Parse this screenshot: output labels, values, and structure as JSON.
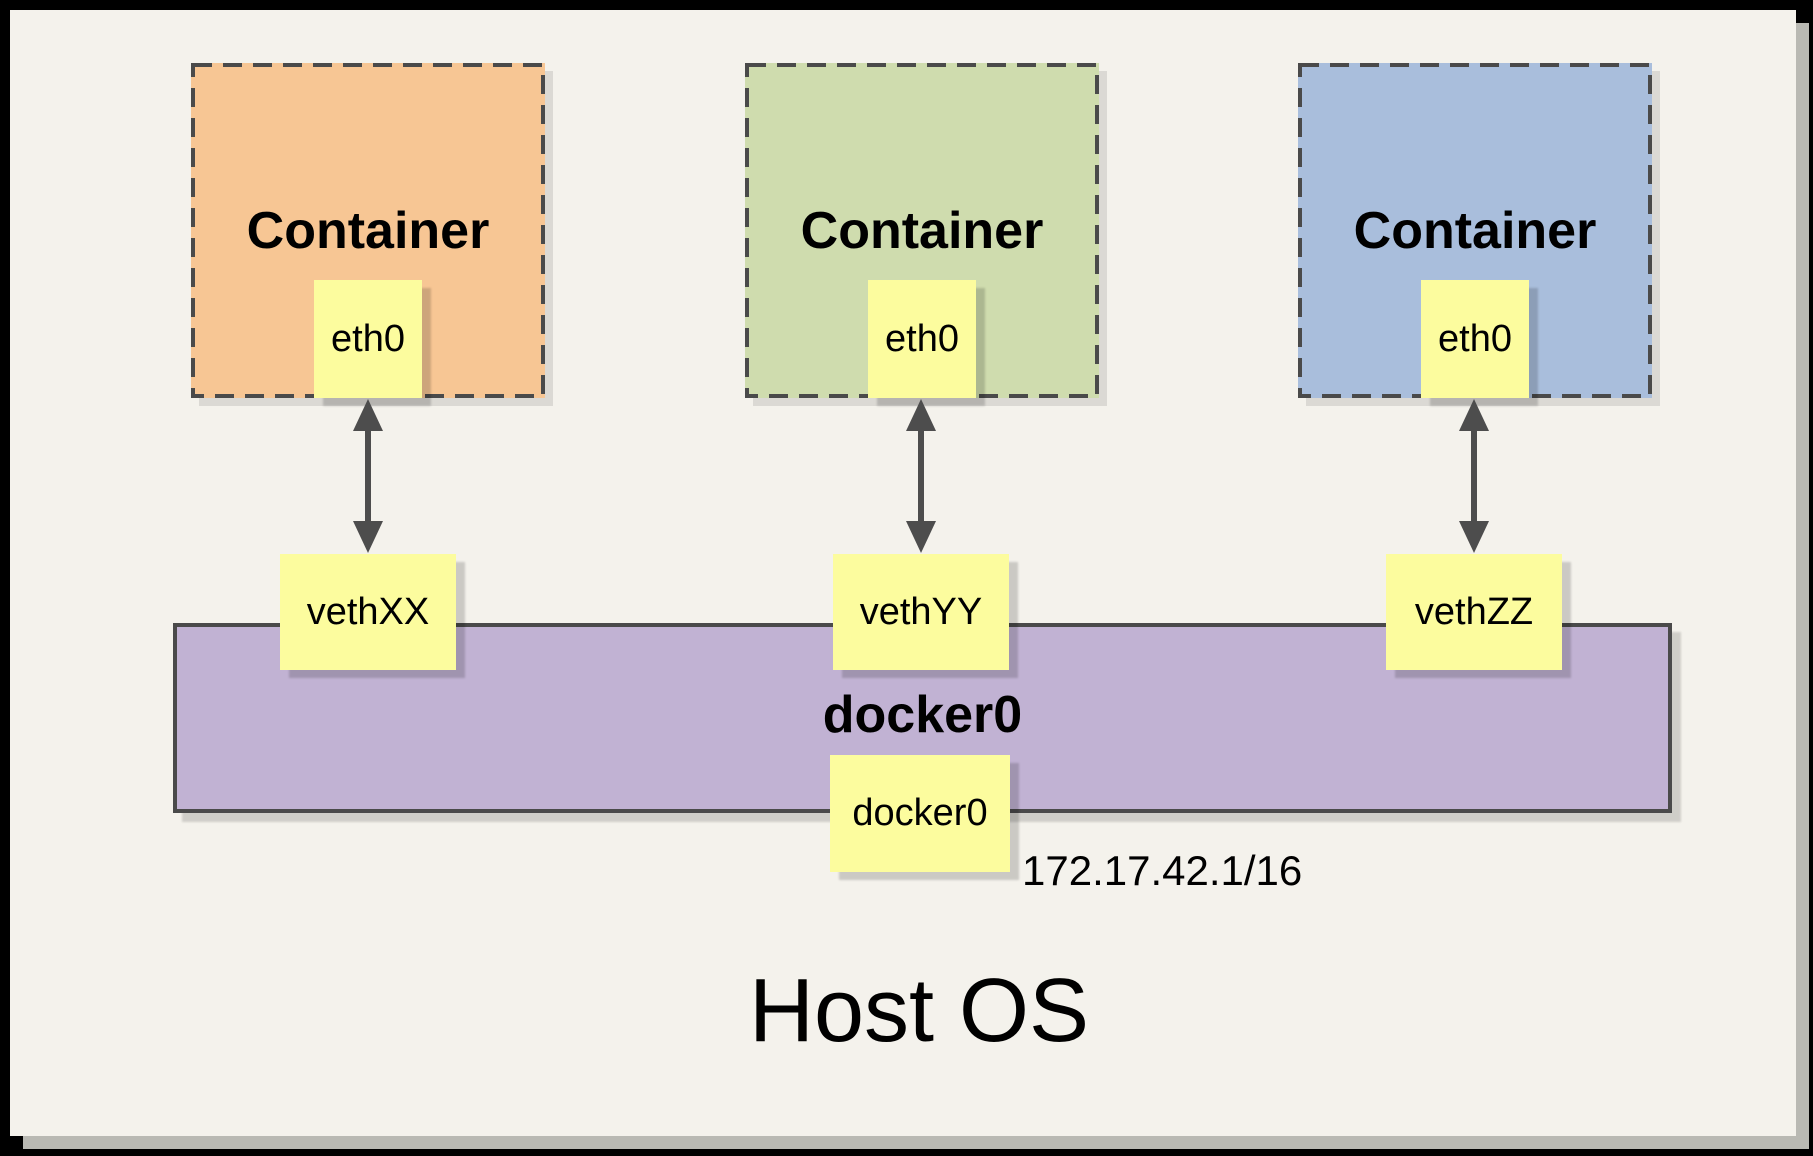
{
  "host": {
    "label": "Host OS"
  },
  "containers": [
    {
      "label": "Container",
      "interface": "eth0",
      "veth": "vethXX",
      "fill": "#F7C694"
    },
    {
      "label": "Container",
      "interface": "eth0",
      "veth": "vethYY",
      "fill": "#CFDCAE"
    },
    {
      "label": "Container",
      "interface": "eth0",
      "veth": "vethZZ",
      "fill": "#A9BEDC"
    }
  ],
  "bridge": {
    "label": "docker0",
    "interface": "docker0",
    "ip": "172.17.42.1/16",
    "fill": "#C1B2D3"
  },
  "colors": {
    "note_fill": "#FCFC9E",
    "panel_background": "#F4F2EC",
    "line": "#4A4A4A",
    "frame": "#000000"
  }
}
